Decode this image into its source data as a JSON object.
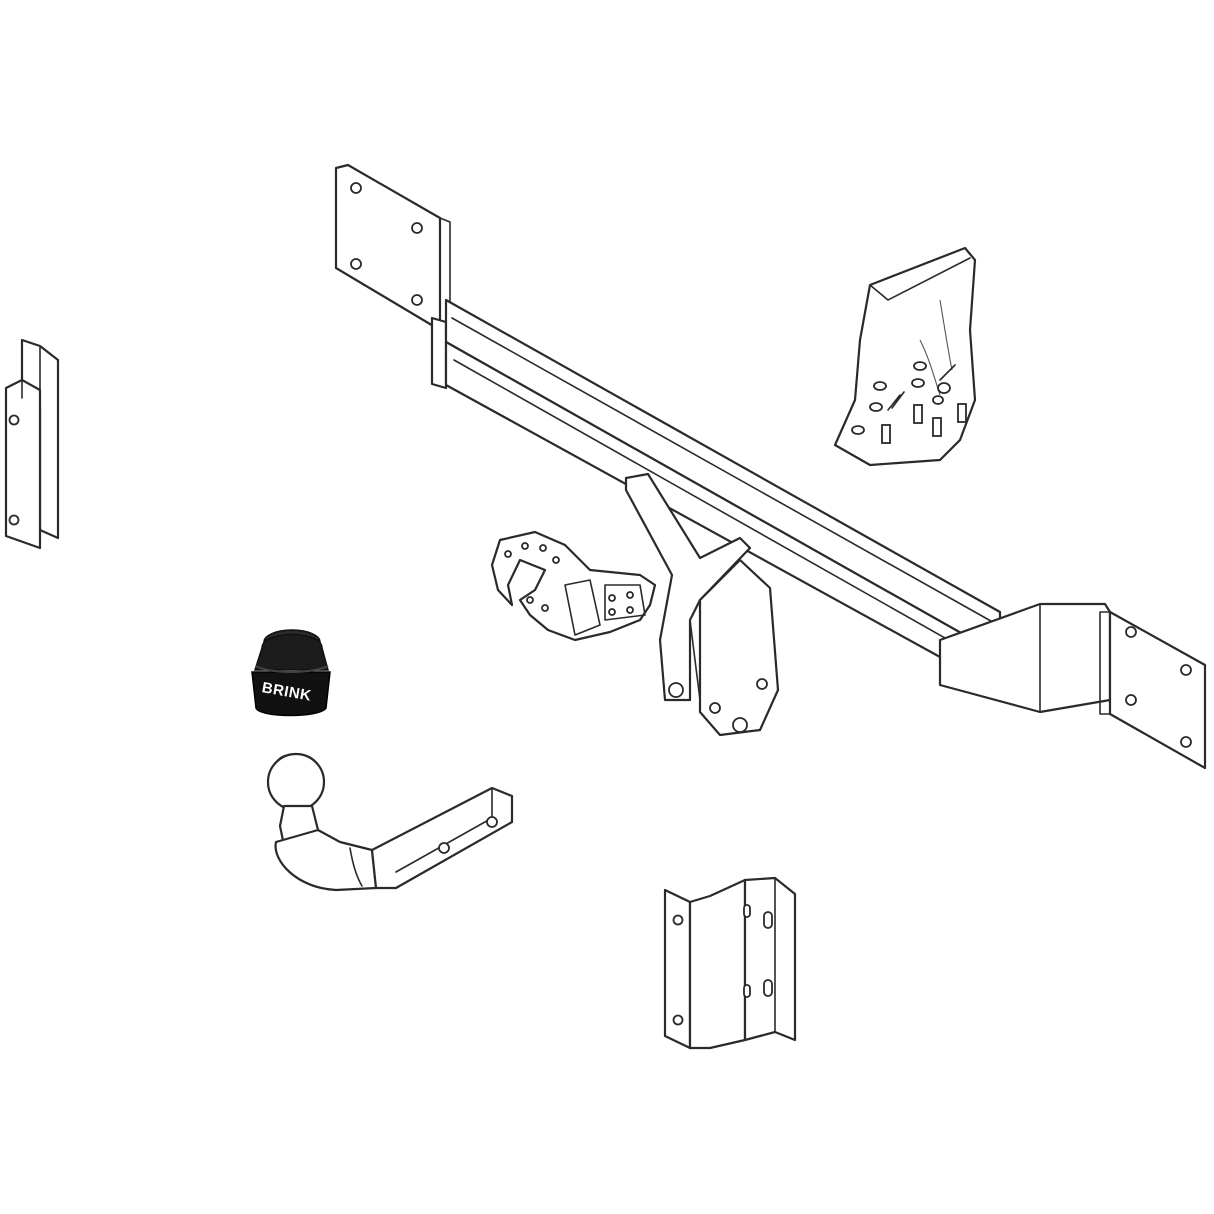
{
  "diagram": {
    "parts": [
      {
        "id": "crossbar",
        "icon": "tow-bar-crossbeam-icon"
      },
      {
        "id": "left-bracket",
        "icon": "mounting-bracket-icon"
      },
      {
        "id": "right-bracket",
        "icon": "mounting-bracket-icon"
      },
      {
        "id": "socket-plate",
        "icon": "socket-plate-icon"
      },
      {
        "id": "tow-ball-neck",
        "icon": "tow-ball-icon"
      },
      {
        "id": "ball-cover",
        "icon": "ball-cover-icon",
        "label": "BRINK"
      },
      {
        "id": "hardware-bag",
        "icon": "bolt-kit-bag-icon"
      }
    ],
    "colors": {
      "line": "#2a2a2a",
      "background": "#ffffff",
      "cap": "#1a1a1a"
    }
  }
}
